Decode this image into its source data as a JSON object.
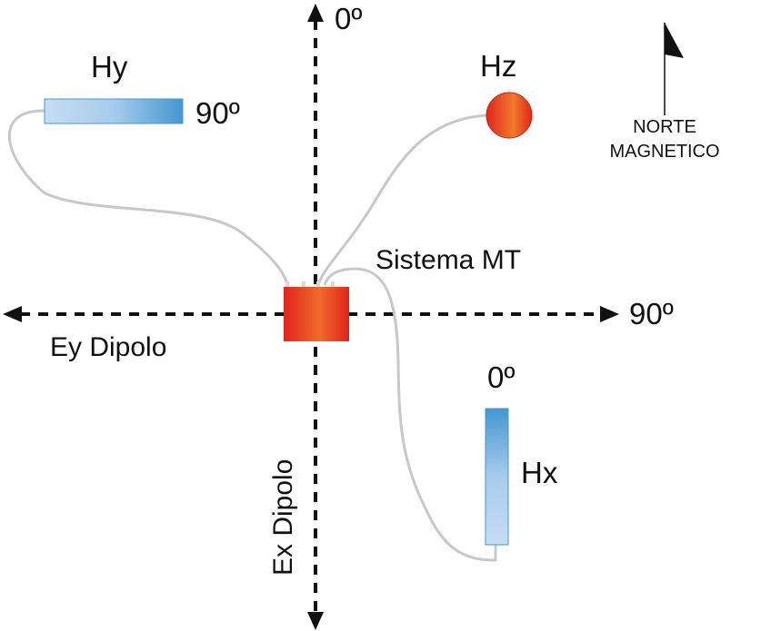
{
  "axes": {
    "north_label": "0º",
    "east_label": "90º",
    "ey_label": "Ey Dipolo",
    "ex_label": "Ex Dipolo"
  },
  "sensors": {
    "hy": {
      "label": "Hy",
      "angle": "90º"
    },
    "hz": {
      "label": "Hz"
    },
    "hx": {
      "label": "Hx",
      "angle": "0º"
    }
  },
  "system": {
    "label": "Sistema MT"
  },
  "compass": {
    "line1": "NORTE",
    "line2": "MAGNETICO"
  },
  "colors": {
    "red_light": "#f26a2e",
    "red_dark": "#e0251b",
    "blue_light": "#c5ddf3",
    "blue_dark": "#4497d0",
    "cable": "#c8c8c8",
    "ink": "#111111"
  }
}
